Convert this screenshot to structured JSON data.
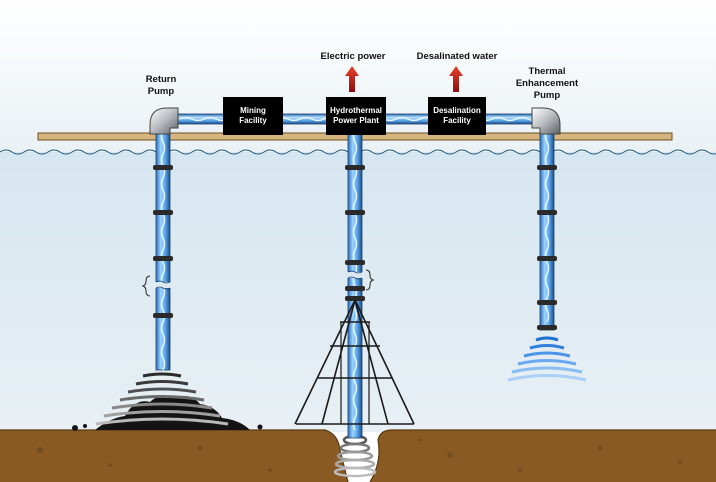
{
  "labels": {
    "return_pump": [
      "Return",
      "Pump"
    ],
    "thermal_pump": [
      "Thermal",
      "Enhancement",
      "Pump"
    ],
    "electric_power": "Electric power",
    "desalinated_water": "Desalinated water"
  },
  "facilities": [
    {
      "id": "mining",
      "lines": [
        "Mining",
        "Facility"
      ]
    },
    {
      "id": "power",
      "lines": [
        "Hydrothermal",
        "Power Plant"
      ]
    },
    {
      "id": "desal",
      "lines": [
        "Desalination",
        "Facility"
      ]
    }
  ],
  "colors": {
    "sky": "#eef4f7",
    "water": "#dbe9f2",
    "platform": "#d7b57e",
    "seafloor": "#8a5a25",
    "pipe": "#6ab0e8",
    "arrow": "#c0201a"
  }
}
